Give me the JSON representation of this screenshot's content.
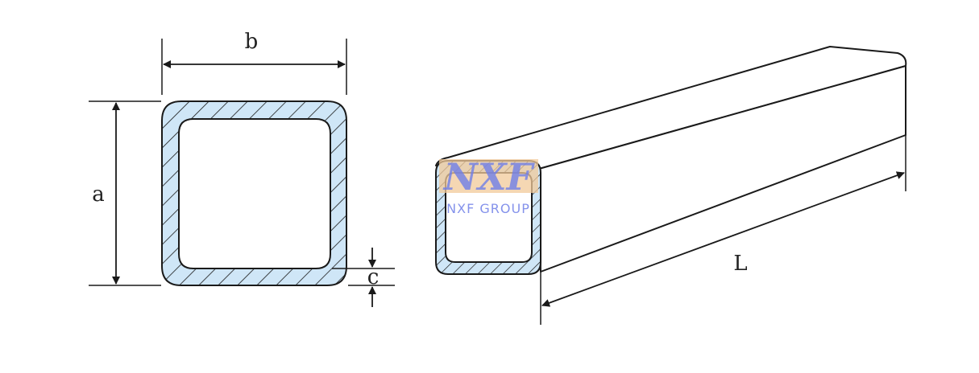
{
  "diagram": {
    "labels": {
      "width": "b",
      "height": "a",
      "thickness": "c",
      "length": "L"
    },
    "watermark": {
      "logo": "NXF",
      "text": "NXF GROUP"
    }
  }
}
